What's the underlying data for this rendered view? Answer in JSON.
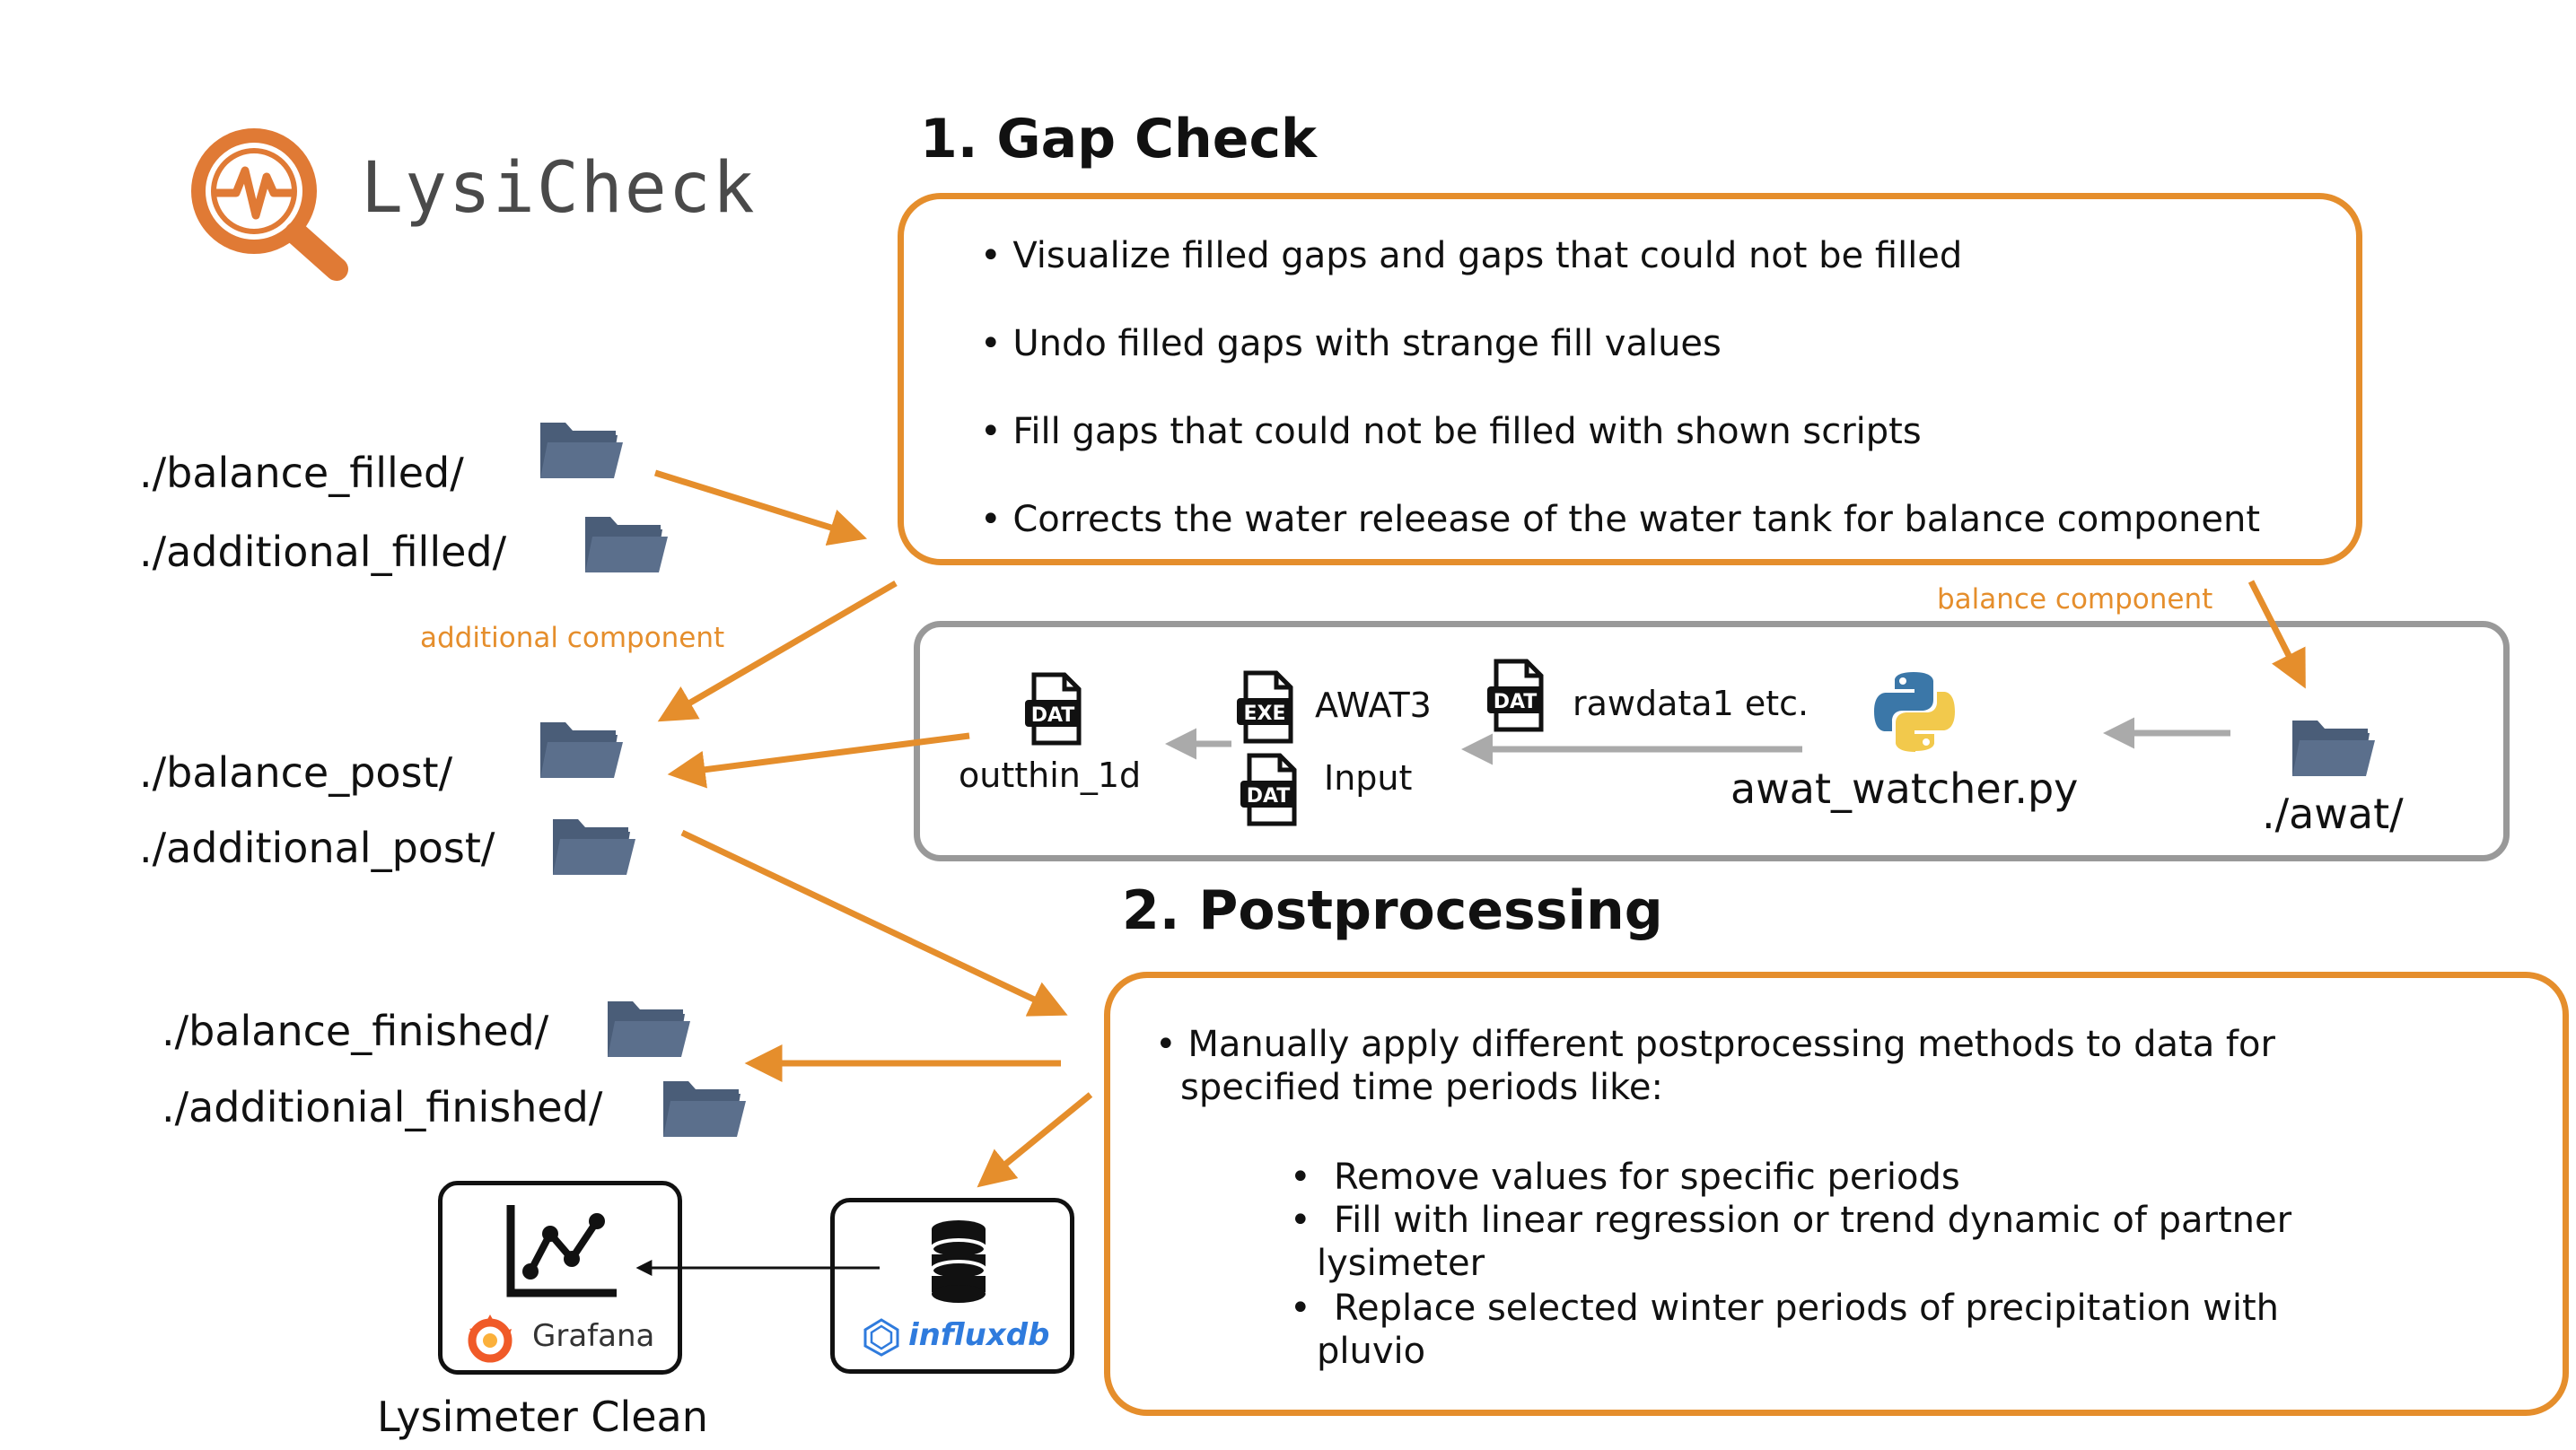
{
  "logo": {
    "text": "LysiCheck",
    "icon": "magnifier-pulse-icon"
  },
  "gap_check": {
    "title": "1. Gap Check",
    "bullets": [
      "Visualize filled gaps and gaps that could not be filled",
      "Undo filled gaps with strange fill values",
      "Fill gaps that could not be filled with shown scripts",
      "Corrects the water releease of the water tank for balance component"
    ]
  },
  "folders": {
    "balance_filled": "./balance_filled/",
    "additional_filled": "./additional_filled/",
    "balance_post": "./balance_post/",
    "additional_post": "./additional_post/",
    "balance_finished": "./balance_finished/",
    "additional_finished": "./additionial_finished/",
    "awat": "./awat/"
  },
  "labels": {
    "additional_component": "additional component",
    "balance_component": "balance component"
  },
  "awat_pipeline": {
    "outthin_file": "outthin_1d",
    "exe_label": "AWAT3",
    "input_label": "Input",
    "rawdata_label": "rawdata1 etc.",
    "watcher": "awat_watcher.py",
    "file_badges": {
      "dat": "DAT",
      "exe": "EXE"
    }
  },
  "postprocessing": {
    "title": "2. Postprocessing",
    "intro_line1": "Manually apply different postprocessing methods to data for",
    "intro_line2": "specified time periods like:",
    "items": [
      {
        "line1": "Remove values for specific periods",
        "line2": ""
      },
      {
        "line1": "Fill with linear regression or trend dynamic of partner",
        "line2": "lysimeter"
      },
      {
        "line1": "Replace selected winter periods of precipitation with",
        "line2": "pluvio"
      }
    ]
  },
  "dashboard": {
    "grafana_label": "Grafana",
    "influx_label": "influxdb",
    "caption": "Lysimeter Clean"
  },
  "colors": {
    "accent": "#e58e2c",
    "folder": "#4a5d78",
    "grey": "#999999"
  }
}
